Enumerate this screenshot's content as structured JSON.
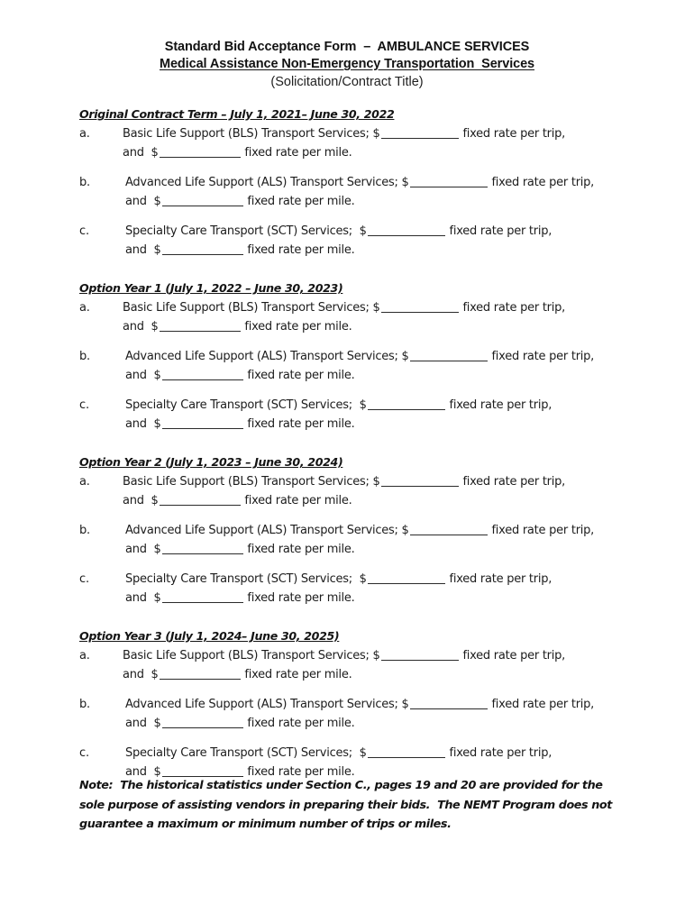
{
  "document": {
    "title_line1": "Standard Bid Acceptance Form  –  AMBULANCE SERVICES",
    "title_line2": "Medical Assistance Non-Emergency Transportation  Services",
    "title_line3": "(Solicitation/Contract Title)"
  },
  "sections": [
    {
      "heading": "Original Contract Term – July 1, 2021– June 30, 2022",
      "items": [
        {
          "label": "a.",
          "line1_pre": "Basic Life Support (BLS) Transport Services; $",
          "line1_post": " fixed rate per trip,",
          "line2_pre": "and  $",
          "line2_post": " fixed rate per mile."
        },
        {
          "label": "b.",
          "line1_pre": "Advanced Life Support (ALS) Transport Services; $",
          "line1_post": " fixed rate per trip,",
          "line2_pre": "and  $",
          "line2_post": " fixed rate per mile."
        },
        {
          "label": "c.",
          "line1_pre": "Specialty Care Transport (SCT) Services;  $",
          "line1_post": " fixed rate per trip,",
          "line2_pre": "and  $",
          "line2_post": " fixed rate per mile."
        }
      ]
    },
    {
      "heading": "Option Year 1 (July 1, 2022 – June 30, 2023)",
      "items": [
        {
          "label": "a.",
          "line1_pre": "Basic Life Support (BLS) Transport Services; $",
          "line1_post": " fixed rate per trip,",
          "line2_pre": "and  $",
          "line2_post": " fixed rate per mile."
        },
        {
          "label": "b.",
          "line1_pre": "Advanced Life Support (ALS) Transport Services; $",
          "line1_post": " fixed rate per trip,",
          "line2_pre": "and  $",
          "line2_post": " fixed rate per mile."
        },
        {
          "label": "c.",
          "line1_pre": "Specialty Care Transport (SCT) Services;  $",
          "line1_post": " fixed rate per trip,",
          "line2_pre": "and  $",
          "line2_post": " fixed rate per mile."
        }
      ]
    },
    {
      "heading": "Option Year 2 (July 1, 2023 – June 30, 2024)",
      "items": [
        {
          "label": "a.",
          "line1_pre": "Basic Life Support (BLS) Transport Services; $",
          "line1_post": " fixed rate per trip,",
          "line2_pre": "and  $",
          "line2_post": " fixed rate per mile."
        },
        {
          "label": "b.",
          "line1_pre": "Advanced Life Support (ALS) Transport Services; $",
          "line1_post": " fixed rate per trip,",
          "line2_pre": "and  $",
          "line2_post": " fixed rate per mile."
        },
        {
          "label": "c.",
          "line1_pre": "Specialty Care Transport (SCT) Services;  $",
          "line1_post": " fixed rate per trip,",
          "line2_pre": "and  $",
          "line2_post": " fixed rate per mile."
        }
      ]
    },
    {
      "heading": "Option Year 3 (July 1, 2024– June 30, 2025)",
      "items": [
        {
          "label": "a.",
          "line1_pre": "Basic Life Support (BLS) Transport Services; $",
          "line1_post": " fixed rate per trip,",
          "line2_pre": "and  $",
          "line2_post": " fixed rate per mile."
        },
        {
          "label": "b.",
          "line1_pre": "Advanced Life Support (ALS) Transport Services; $",
          "line1_post": " fixed rate per trip,",
          "line2_pre": "and  $",
          "line2_post": " fixed rate per mile."
        },
        {
          "label": "c.",
          "line1_pre": "Specialty Care Transport (SCT) Services;  $",
          "line1_post": " fixed rate per trip,",
          "line2_pre": "and  $",
          "line2_post": " fixed rate per mile."
        }
      ]
    }
  ],
  "note": "Note:  The historical statistics under Section C., pages 19 and 20 are provided for the sole purpose of assisting vendors in preparing their bids.  The NEMT Program does not guarantee a maximum or minimum number of trips or miles."
}
